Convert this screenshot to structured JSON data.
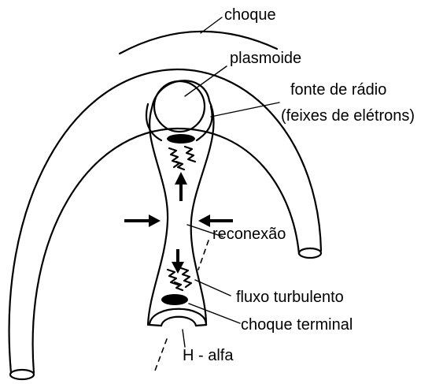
{
  "labels": {
    "shock": "choque",
    "plasmoid": "plasmoide",
    "radio_source_line1": "fonte de rádio",
    "radio_source_line2": "(feixes de elétrons)",
    "reconnection": "reconexão",
    "turbulent_flow": "fluxo turbulento",
    "terminal_shock": "choque terminal",
    "h_alpha": "H - alfa"
  },
  "colors": {
    "ink": "#000000",
    "background": "#ffffff"
  }
}
